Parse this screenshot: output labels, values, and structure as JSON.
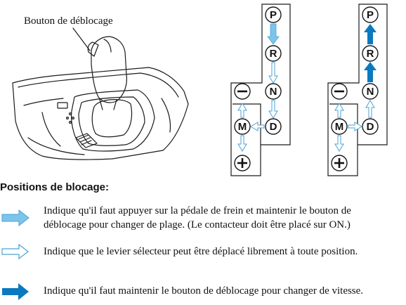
{
  "illustration": {
    "callout_label": "Bouton de déblocage"
  },
  "gate_left": {
    "gears": [
      "P",
      "R",
      "N",
      "D",
      "M"
    ],
    "minus_symbol": "−",
    "plus_symbol": "+"
  },
  "gate_right": {
    "gears": [
      "P",
      "R",
      "N",
      "D",
      "M"
    ],
    "minus_symbol": "−",
    "plus_symbol": "+"
  },
  "legend": {
    "heading": "Positions de blocage:",
    "items": [
      {
        "arrow": "light-blue-arrow",
        "line1": "Indique qu'il faut appuyer sur la pédale de frein et maintenir le bouton de",
        "line2": "déblocage pour changer de plage. (Le contacteur doit être placé sur ON.)"
      },
      {
        "arrow": "outline-arrow",
        "line1": "Indique que le levier sélecteur peut être déplacé librement à toute position."
      },
      {
        "arrow": "dark-blue-arrow",
        "line1": "Indique qu'il faut maintenir le bouton de déblocage pour changer de vitesse."
      }
    ]
  },
  "colors": {
    "light_blue": "#7cc4ea",
    "dark_blue": "#0b79c0",
    "outline": "#4aa3d6",
    "ink": "#1a1a1a"
  }
}
